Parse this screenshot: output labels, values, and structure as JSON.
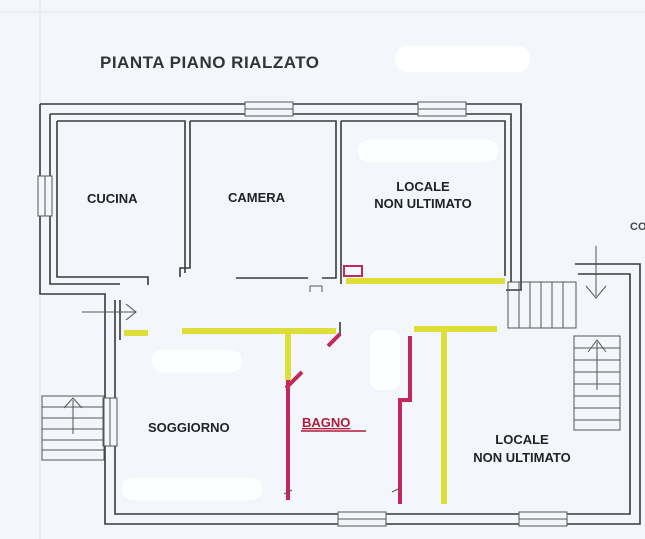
{
  "title": "PIANTA PIANO RIALZATO",
  "edge_fragment": "CO",
  "rooms": {
    "cucina": "CUCINA",
    "camera": "CAMERA",
    "locale_top_line1": "LOCALE",
    "locale_top_line2": "NON ULTIMATO",
    "soggiorno": "SOGGIORNO",
    "bagno": "BAGNO",
    "locale_bottom_line1": "LOCALE",
    "locale_bottom_line2": "NON ULTIMATO"
  },
  "colors": {
    "background": "#f3f7fb",
    "walls": "#3a3a3a",
    "new_walls_yellow": "#dede3a",
    "demolition_red": "#c2285a"
  }
}
